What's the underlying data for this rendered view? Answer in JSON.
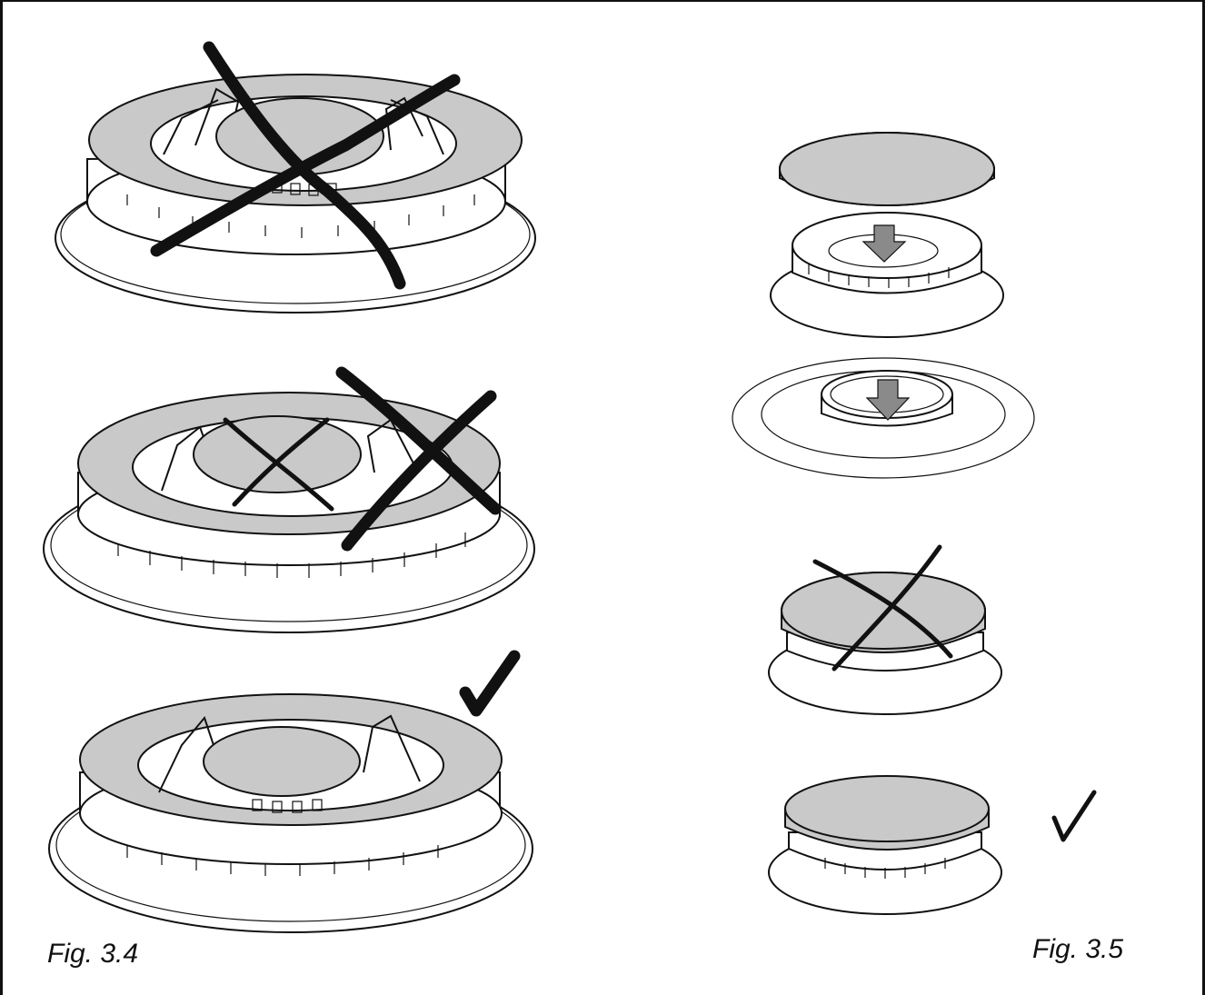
{
  "figures": [
    {
      "caption": "Fig. 3.4",
      "items": [
        {
          "assembly": "large burner with ring cap",
          "state": "incorrect",
          "mark": "cross"
        },
        {
          "assembly": "large burner with ring cap",
          "state": "incorrect",
          "mark": "cross"
        },
        {
          "assembly": "large burner with ring cap",
          "state": "correct",
          "mark": "check"
        }
      ]
    },
    {
      "caption": "Fig. 3.5",
      "items": [
        {
          "assembly": "small burner assembly sequence",
          "state": "instruction",
          "mark": "arrow"
        },
        {
          "assembly": "small burner with cap",
          "state": "incorrect",
          "mark": "cross"
        },
        {
          "assembly": "small burner with cap",
          "state": "correct",
          "mark": "check"
        }
      ]
    }
  ],
  "colors": {
    "cap_fill": "#c9c9c9",
    "line": "#111111",
    "arrow_fill": "#8a8a8a",
    "background": "#ffffff"
  }
}
